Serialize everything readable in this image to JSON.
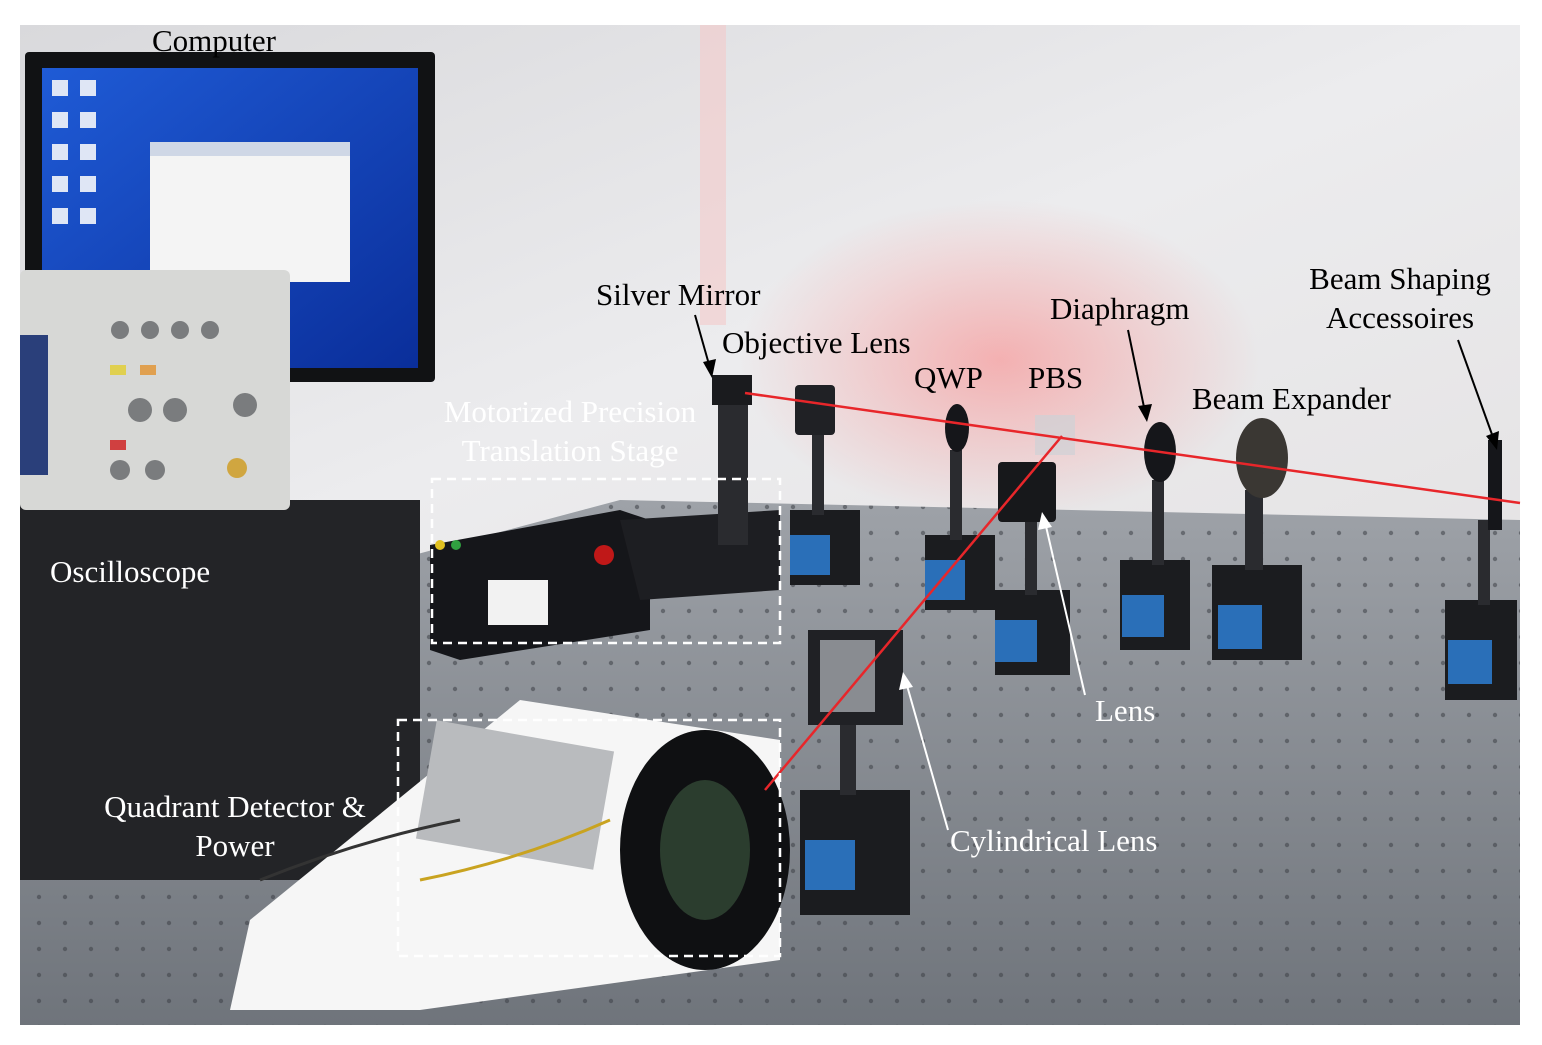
{
  "photo": {
    "labels": {
      "computer": "Computer",
      "oscilloscope": "Oscilloscope",
      "stage_line1": "Motorized Precision",
      "stage_line2": "Translation Stage",
      "silver_mirror": "Silver Mirror",
      "objective_lens": "Objective Lens",
      "qwp": "QWP",
      "pbs": "PBS",
      "diaphragm": "Diaphragm",
      "beam_expander": "Beam Expander",
      "beam_shaping_line1": "Beam Shaping",
      "beam_shaping_line2": "Accessoires",
      "lens": "Lens",
      "cylindrical_lens": "Cylindrical Lens",
      "quadrant_line1": "Quadrant Detector &",
      "quadrant_line2": "Power"
    },
    "colors": {
      "laser": "#e8262a",
      "optical_table": "#8a8f96",
      "wall": "#e9e9eb",
      "mount_blue": "#2a6fb8"
    }
  }
}
